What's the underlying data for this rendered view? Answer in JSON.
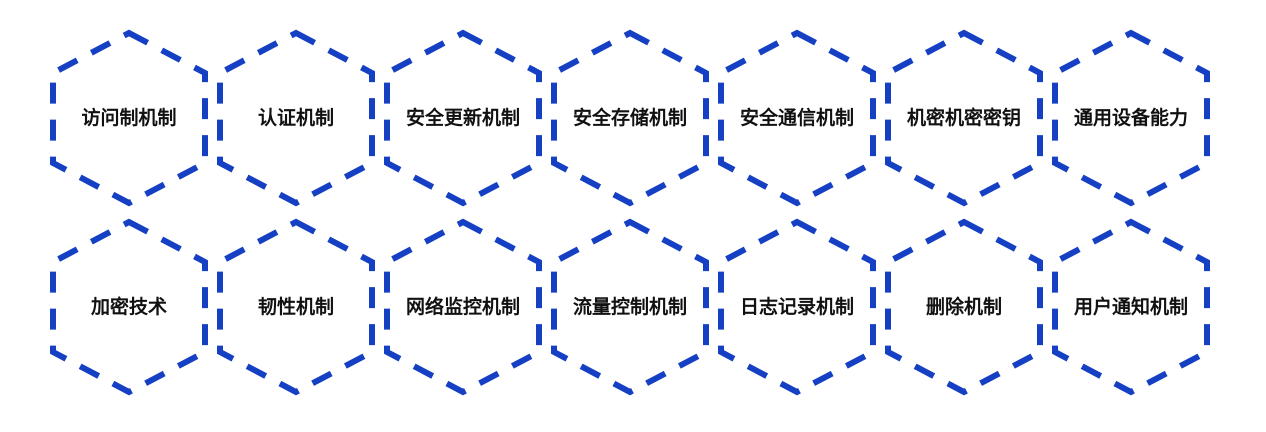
{
  "diagram": {
    "stroke_color": "#1540c4",
    "text_color": "#111111",
    "rows": [
      {
        "cells": [
          {
            "label": "访问制机制"
          },
          {
            "label": "认证机制"
          },
          {
            "label": "安全更新机制"
          },
          {
            "label": "安全存储机制"
          },
          {
            "label": "安全通信机制"
          },
          {
            "label": "机密机密密钥"
          },
          {
            "label": "通用设备能力"
          }
        ]
      },
      {
        "cells": [
          {
            "label": "加密技术"
          },
          {
            "label": "韧性机制"
          },
          {
            "label": "网络监控机制"
          },
          {
            "label": "流量控制机制"
          },
          {
            "label": "日志记录机制"
          },
          {
            "label": "删除机制"
          },
          {
            "label": "用户通知机制"
          }
        ]
      }
    ]
  }
}
